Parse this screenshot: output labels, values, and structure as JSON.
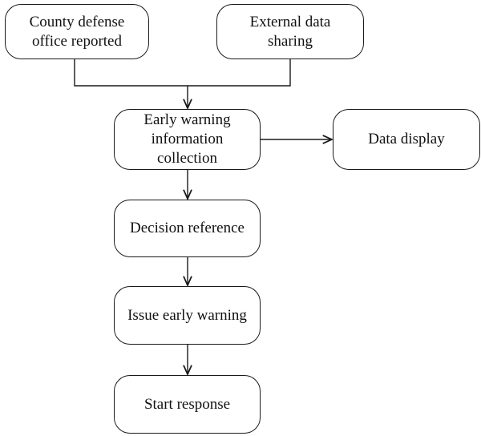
{
  "diagram": {
    "nodes": {
      "county_defense": {
        "lines": [
          "County defense",
          "office reported"
        ]
      },
      "external_data": {
        "lines": [
          "External data",
          "sharing"
        ]
      },
      "info_collection": {
        "lines": [
          "Early warning",
          "information",
          "collection"
        ]
      },
      "data_display": {
        "lines": [
          "Data display"
        ]
      },
      "decision_reference": {
        "lines": [
          "Decision reference"
        ]
      },
      "issue_warning": {
        "lines": [
          "Issue early warning"
        ]
      },
      "start_response": {
        "lines": [
          "Start response"
        ]
      }
    },
    "edges": [
      {
        "from": "county_defense",
        "to": "info_collection"
      },
      {
        "from": "external_data",
        "to": "info_collection"
      },
      {
        "from": "info_collection",
        "to": "data_display"
      },
      {
        "from": "info_collection",
        "to": "decision_reference"
      },
      {
        "from": "decision_reference",
        "to": "issue_warning"
      },
      {
        "from": "issue_warning",
        "to": "start_response"
      }
    ],
    "colors": {
      "stroke": "#1a1a1a",
      "fill": "#ffffff",
      "text": "#111111"
    }
  }
}
